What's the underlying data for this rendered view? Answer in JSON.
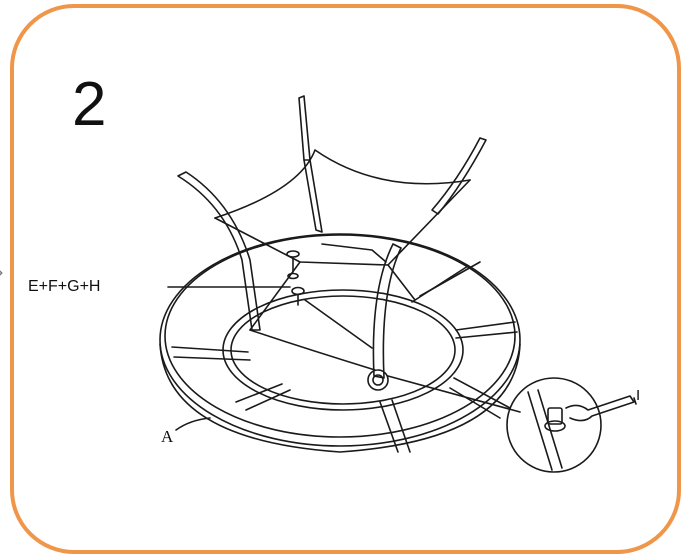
{
  "step": {
    "number": "2"
  },
  "labels": {
    "fastener_set": "E+F+G+H",
    "wrench": "I",
    "base": "A"
  },
  "colors": {
    "frame_border": "#F0964A",
    "line_art": "#1a1a1a"
  },
  "icons": {
    "nav": "chevron-right-icon"
  }
}
